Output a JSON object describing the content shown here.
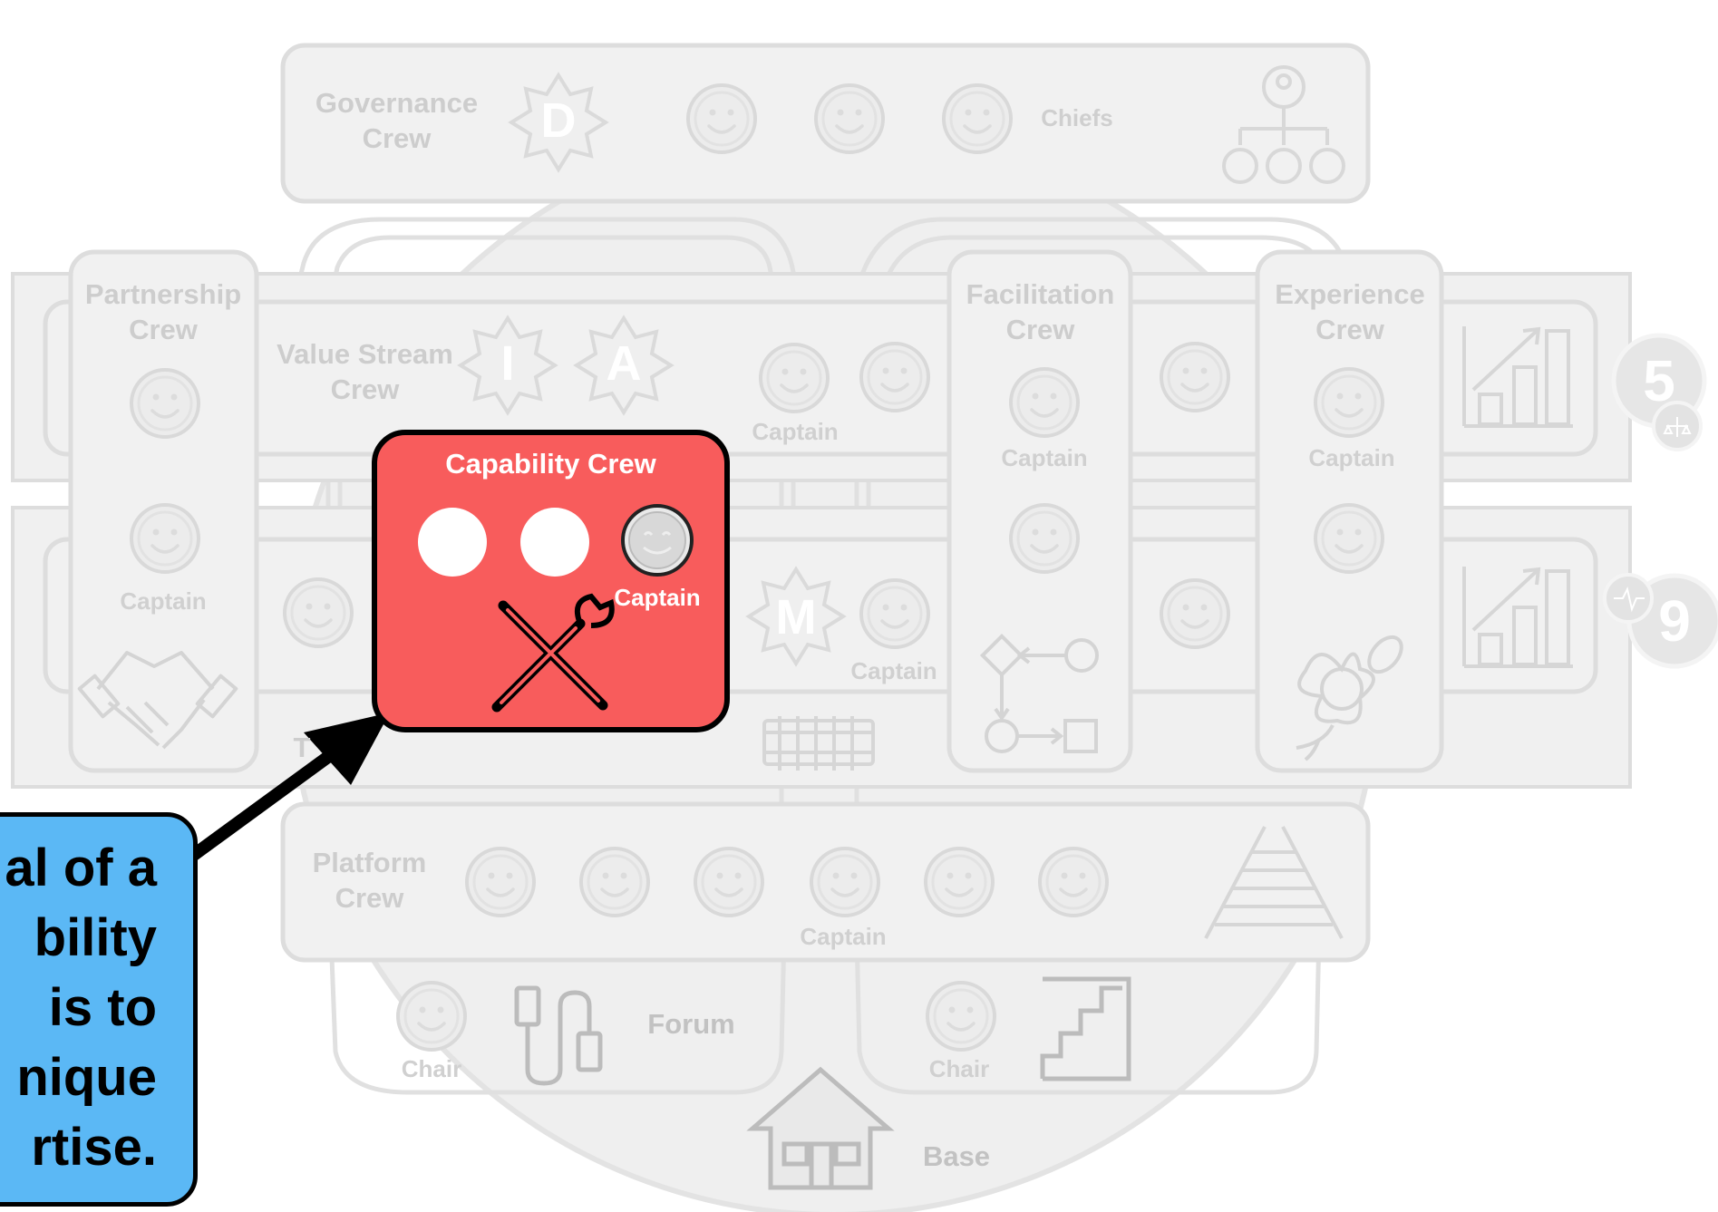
{
  "governance": {
    "title": "Governance\nCrew",
    "badge": "D",
    "chiefs_label": "Chiefs"
  },
  "value_stream": {
    "title": "Value Stream\nCrew",
    "badges": [
      "I",
      "A"
    ],
    "captain": "Captain"
  },
  "partnership": {
    "title": "Partnership\nCrew",
    "captain": "Captain"
  },
  "facilitation": {
    "title": "Facilitation\nCrew",
    "captain": "Captain"
  },
  "experience": {
    "title": "Experience\nCrew",
    "captain": "Captain"
  },
  "capability": {
    "title": "Capability Crew",
    "captain": "Captain"
  },
  "enabling": {
    "badge": "M",
    "captain": "Captain",
    "partial_label": "T"
  },
  "platform": {
    "title": "Platform\nCrew",
    "captain": "Captain"
  },
  "forum": {
    "label": "Forum",
    "chair": "Chair"
  },
  "base": {
    "label": "Base",
    "chair": "Chair"
  },
  "side_numbers": [
    "5",
    "9"
  ],
  "callout": {
    "text": "al of a\nbility\n is to\nnique\nrtise."
  },
  "colors": {
    "highlight": "#f85c5c",
    "callout": "#5bb8f5",
    "muted_fill": "#f1f1f1",
    "muted_stroke": "#dcdcdc"
  },
  "icons": [
    "star-badge-icon",
    "emoji-face-icon",
    "org-chart-icon",
    "bar-chart-icon",
    "scales-icon",
    "heartbeat-icon",
    "handshake-icon",
    "flowchart-icon",
    "hibiscus-icon",
    "tools-icon",
    "fence-icon",
    "railway-icon",
    "usb-cable-icon",
    "stairs-icon",
    "house-icon"
  ]
}
